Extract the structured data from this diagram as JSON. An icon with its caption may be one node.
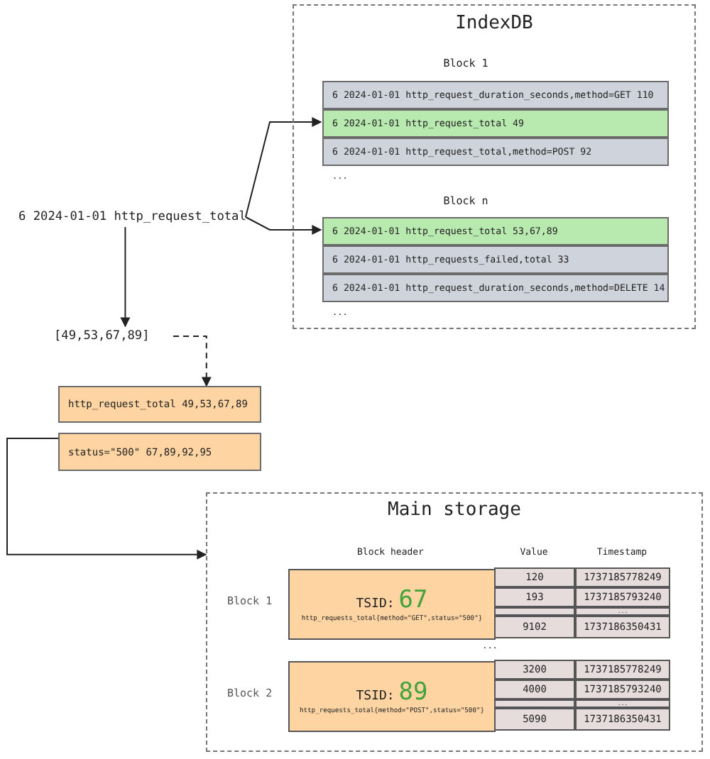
{
  "diagram": {
    "nodes": [
      {
        "text": [
          "IndexDB"
        ]
      },
      {
        "text": [
          "6 2024-01-01 http_request_duration_seconds,method=GET 110"
        ],
        "in": 0
      },
      {
        "text": [
          "6 2024-01-01 http_request_total 49"
        ],
        "in": 0
      },
      {
        "text": [
          "6 2024-01-01 http_request_total,method=POST 92"
        ],
        "in": 0
      },
      {
        "text": [
          "6 2024-01-01 http_request_total 53,67,89"
        ],
        "in": 0
      },
      {
        "text": [
          "6 2024-01-01 http_requests_failed,total 33"
        ],
        "in": 0
      },
      {
        "text": [
          "6 2024-01-01 http_request_duration_seconds,method=DELETE 14"
        ],
        "in": 0
      },
      {
        "text": [
          "6 2024-01-01 http_request_total"
        ]
      },
      {
        "text": [
          "[49,53,67,89]"
        ]
      },
      {
        "text": [
          "http_request_total 49,53,67,89"
        ]
      },
      {
        "text": [
          "status=\"500\" 67,89,92,95"
        ]
      },
      {
        "text": [
          "Main storage"
        ]
      },
      {
        "text": [
          "TSID:",
          "67",
          "http_requests_total{method=\"GET\",status=\"500\"}"
        ],
        "in": 11,
        "beside": [
          "Block 1"
        ]
      },
      {
        "text": [
          "TSID:",
          "89",
          "http_requests_total{method=\"POST\",status=\"500\"}"
        ],
        "in": 11,
        "beside": [
          "Block 2"
        ]
      }
    ],
    "edges": [
      {
        "from": 7,
        "to": 2,
        "arrow": "to"
      },
      {
        "from": 7,
        "to": 4,
        "arrow": "to"
      },
      {
        "from": 7,
        "to": 8,
        "arrow": "to"
      },
      {
        "from": 8,
        "to": 9,
        "arrow": "to",
        "style": "dashed"
      },
      {
        "from": 10,
        "to": 11,
        "arrow": "to"
      }
    ],
    "labels": [
      "Block 1",
      "...",
      "Block n",
      "...",
      "Block header",
      "Value",
      "Timestamp",
      "120",
      "1737185778249",
      "193",
      "1737185793240",
      "...",
      "9102",
      "1737186350431",
      "...",
      "3200",
      "1737185778249",
      "4000",
      "1737185793240",
      "...",
      "5090",
      "1737186350431"
    ]
  }
}
